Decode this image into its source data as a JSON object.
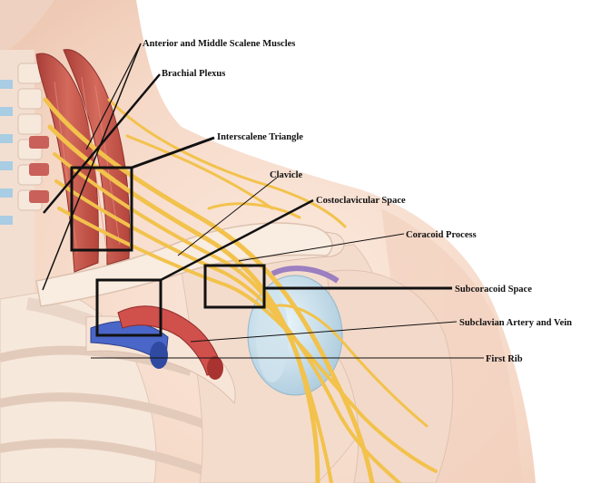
{
  "labels": {
    "scalene": "Anterior and Middle Scalene Muscles",
    "brachial_plexus": "Brachial Plexus",
    "interscalene": "Interscalene Triangle",
    "clavicle": "Clavicle",
    "costoclavicular": "Costoclavicular Space",
    "coracoid": "Coracoid Process",
    "subcoracoid": "Subcoracoid Space",
    "subclavian": "Subclavian Artery and Vein",
    "first_rib": "First Rib"
  },
  "colors": {
    "background": "#ffffff",
    "skin": "#f5dccd",
    "bone": "#f7e6d6",
    "muscle": "#c5524a",
    "nerve": "#f2c24c",
    "artery": "#cf4b4b",
    "vein": "#3f5fc6",
    "cartilage": "#b9d6e6",
    "label_text": "#111111"
  }
}
